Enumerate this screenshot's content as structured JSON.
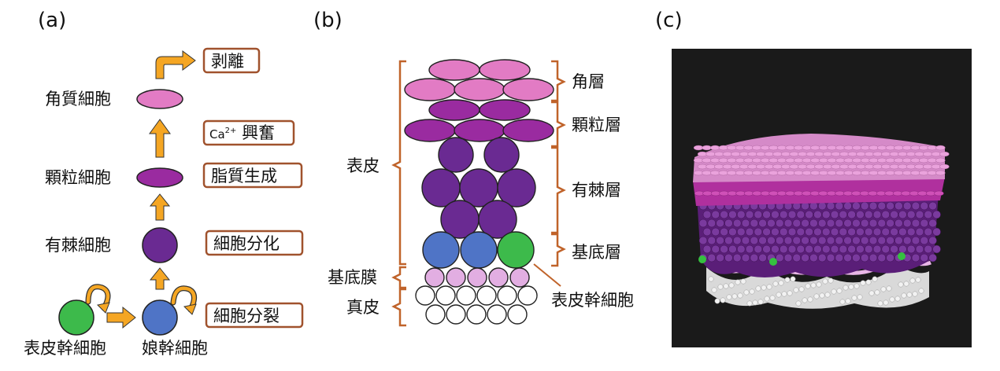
{
  "panels": {
    "a": "(a)",
    "b": "(b)",
    "c": "(c)"
  },
  "panel_a": {
    "cells": {
      "corneocyte": "角質細胞",
      "granular": "顆粒細胞",
      "spinous": "有棘細胞",
      "stem": "表皮幹細胞",
      "daughter": "娘幹細胞"
    },
    "processes": {
      "peel": "剥離",
      "ca_prefix": "Ca",
      "ca_sup": "2+",
      "ca_text": " 興奮",
      "lipid": "脂質生成",
      "differentiation": "細胞分化",
      "division": "細胞分裂"
    }
  },
  "panel_b": {
    "epidermis": "表皮",
    "basement_membrane": "基底膜",
    "dermis": "真皮",
    "stratum_corneum": "角層",
    "stratum_granulosum": "顆粒層",
    "stratum_spinosum": "有棘層",
    "stratum_basale": "基底層",
    "stem_cell": "表皮幹細胞"
  },
  "colors": {
    "corneocyte": "#e27bc4",
    "granular": "#9a2ba0",
    "spinous": "#6a2a92",
    "basal": "#4f74c6",
    "stem": "#3dba4b",
    "basement": "#e2aee2",
    "dermis": "#ffffff",
    "arrow": "#f5a623",
    "box_border": "#a0522d",
    "bracket": "#c0632a",
    "render_bg": "#1a1a1a"
  }
}
